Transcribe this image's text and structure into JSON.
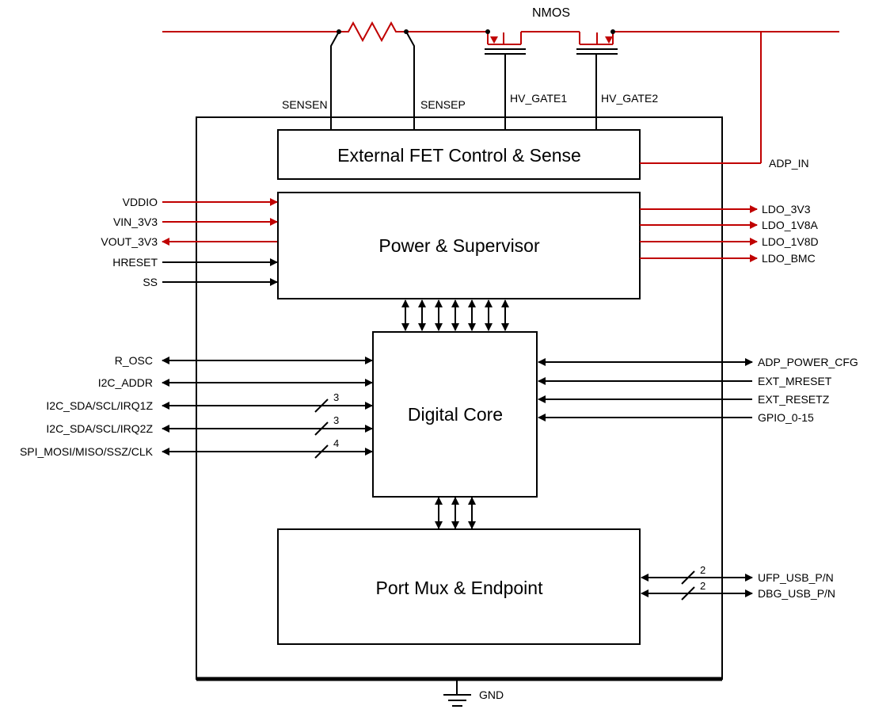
{
  "title": "NMOS",
  "top_signals": {
    "sensen": "SENSEN",
    "sensep": "SENSEP",
    "hv_gate1": "HV_GATE1",
    "hv_gate2": "HV_GATE2",
    "adp_in": "ADP_IN"
  },
  "blocks": {
    "fet": "External FET Control & Sense",
    "power": "Power & Supervisor",
    "core": "Digital Core",
    "port": "Port Mux & Endpoint"
  },
  "power_inputs": [
    "VDDIO",
    "VIN_3V3",
    "VOUT_3V3",
    "HRESET",
    "SS"
  ],
  "ldo_outputs": [
    "LDO_3V3",
    "LDO_1V8A",
    "LDO_1V8D",
    "LDO_BMC"
  ],
  "core_left": [
    "R_OSC",
    "I2C_ADDR",
    "I2C_SDA/SCL/IRQ1Z",
    "I2C_SDA/SCL/IRQ2Z",
    "SPI_MOSI/MISO/SSZ/CLK"
  ],
  "core_left_bus_widths": [
    "3",
    "3",
    "4"
  ],
  "core_right": [
    "ADP_POWER_CFG",
    "EXT_MRESET",
    "EXT_RESETZ",
    "GPIO_0-15"
  ],
  "usb": [
    "UFP_USB_P/N",
    "DBG_USB_P/N"
  ],
  "usb_bus_widths": [
    "2",
    "2"
  ],
  "gnd": "GND",
  "colors": {
    "power_line": "#c00000",
    "signal_line": "#000000"
  }
}
